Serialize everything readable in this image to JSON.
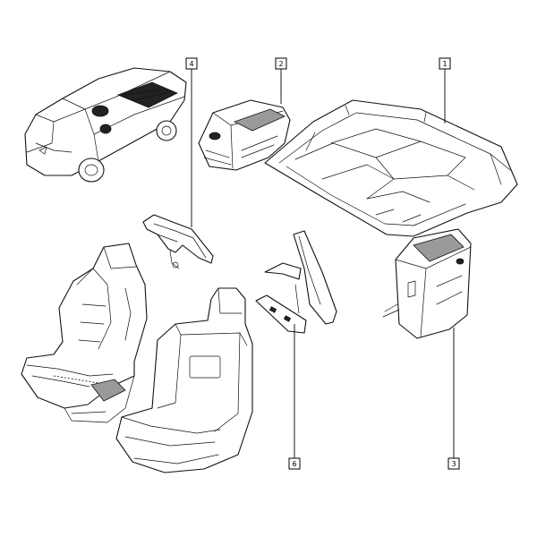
{
  "callouts": [
    {
      "id": "1",
      "label": "1"
    },
    {
      "id": "2",
      "label": "2"
    },
    {
      "id": "3",
      "label": "3"
    },
    {
      "id": "4",
      "label": "4"
    },
    {
      "id": "6",
      "label": "6"
    }
  ]
}
